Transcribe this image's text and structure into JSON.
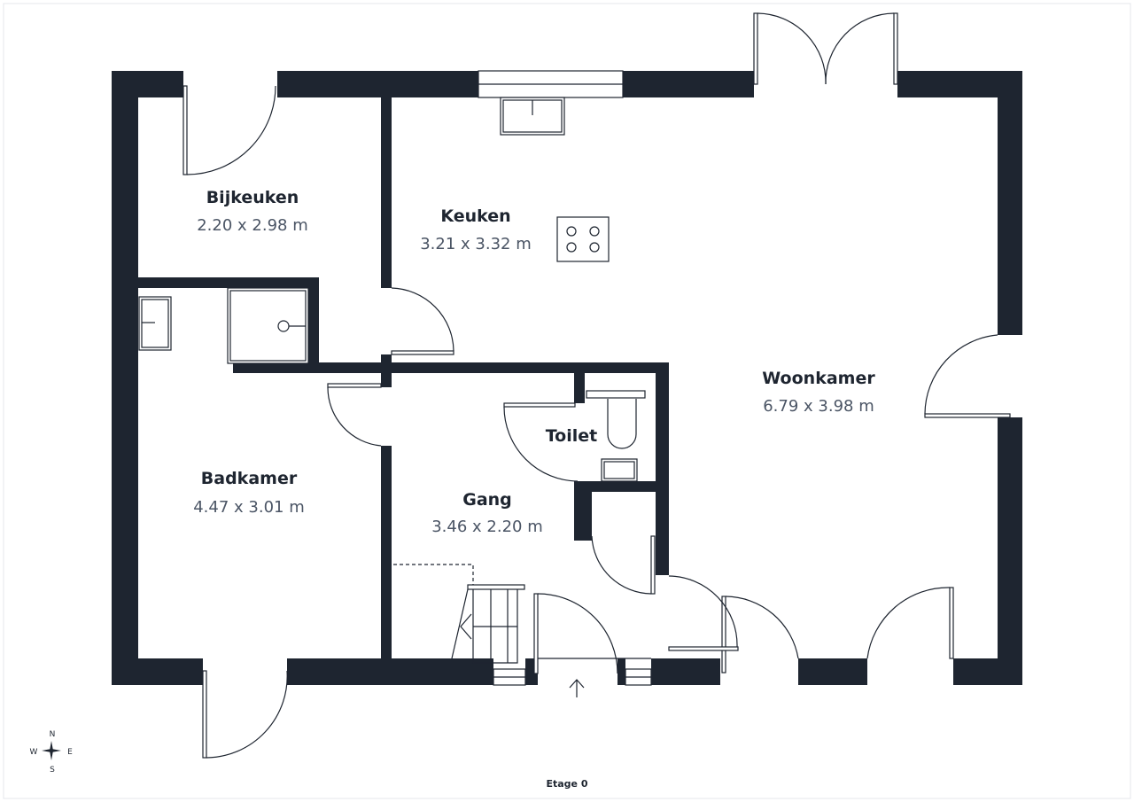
{
  "floor_label": "Etage 0",
  "colors": {
    "wall": "#1e2530",
    "dimension_text": "#4b5565"
  },
  "rooms": [
    {
      "name": "Bijkeuken",
      "dimensions": "2.20 x 2.98 m"
    },
    {
      "name": "Keuken",
      "dimensions": "3.21 x 3.32 m"
    },
    {
      "name": "Woonkamer",
      "dimensions": "6.79 x 3.98 m"
    },
    {
      "name": "Badkamer",
      "dimensions": "4.47 x 3.01 m"
    },
    {
      "name": "Gang",
      "dimensions": "3.46 x 2.20 m"
    },
    {
      "name": "Toilet",
      "dimensions": ""
    }
  ],
  "compass": {
    "n": "N",
    "e": "E",
    "s": "S",
    "w": "W"
  }
}
